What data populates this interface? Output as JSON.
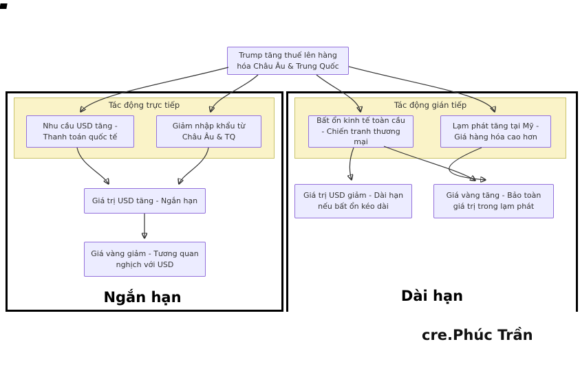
{
  "root_node": {
    "text": "Trump tăng thuế lên hàng hóa Châu Âu & Trung Quốc"
  },
  "left_cluster": {
    "band_title": "Tác động trực tiếp",
    "footer_label": "Ngắn hạn",
    "nodes": {
      "usd_demand": "Nhu cầu USD tăng - Thanh toán quốc tế",
      "import_cut": "Giảm nhập khẩu từ Châu Âu & TQ",
      "usd_up": "Giá trị USD tăng - Ngắn hạn",
      "gold_down": "Giá vàng giảm - Tương quan nghịch với USD"
    }
  },
  "right_cluster": {
    "band_title": "Tác động gián tiếp",
    "footer_label": "Dài hạn",
    "nodes": {
      "instability": "Bất ổn kinh tế toàn cầu - Chiến tranh thương mại",
      "inflation": "Lạm phát tăng tại Mỹ - Giá hàng hóa cao hơn",
      "usd_down": "Giá trị USD giảm - Dài hạn nếu bất ổn kéo dài",
      "gold_up": "Giá vàng tăng - Bảo toàn giá trị trong lạm phát"
    }
  },
  "credit": "cre.Phúc Trần",
  "colors": {
    "node_fill": "#ECECFF",
    "node_border": "#9370DB",
    "band_fill": "#FAF3C8",
    "cluster_border": "#000000",
    "edge": "#333333"
  }
}
